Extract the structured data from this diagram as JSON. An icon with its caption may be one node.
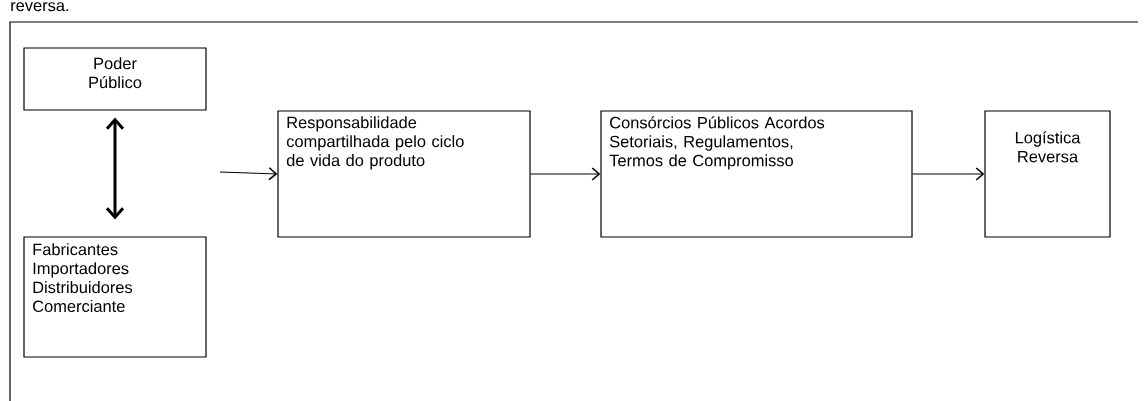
{
  "diagram": {
    "nodes": [
      {
        "text": [
          "Poder Público"
        ]
      },
      {
        "text": [
          "Fabricantes Importadores Distribuidores Comerciante"
        ]
      },
      {
        "text": [
          "Responsabilidade compartilhada pelo ciclo de vida do produto"
        ]
      },
      {
        "text": [
          "Consórcios Públicos Acordos Setoriais, Regulamentos, Termos de Compromisso"
        ]
      },
      {
        "text": [
          "Logística Reversa"
        ]
      }
    ],
    "edges": [
      {
        "from": 0,
        "to": 1,
        "arrow": "both",
        "style": "thick"
      },
      {
        "from": null,
        "to": 2,
        "arrow": "to"
      },
      {
        "from": 2,
        "to": 3,
        "arrow": "to"
      },
      {
        "from": 3,
        "to": 4,
        "arrow": "to"
      }
    ],
    "labels": [
      "reversa."
    ]
  }
}
